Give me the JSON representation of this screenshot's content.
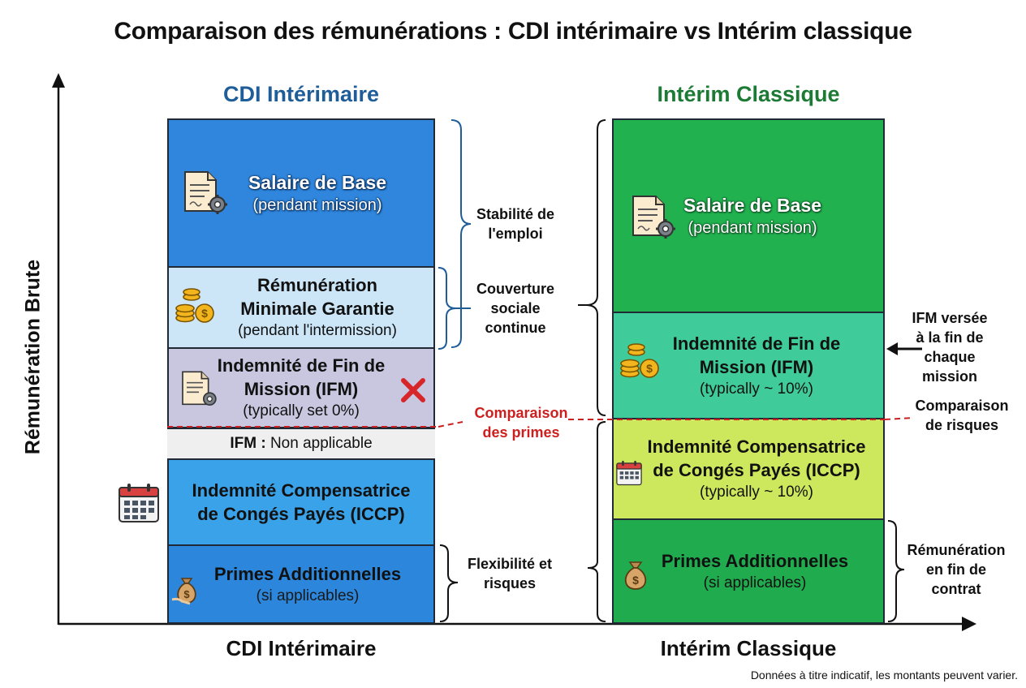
{
  "title": "Comparaison des rémunérations : CDI intérimaire vs Intérim classique",
  "y_axis_label": "Rémunération Brute",
  "left_column": {
    "heading": "CDI Intérimaire",
    "x_label": "CDI Intérimaire",
    "blocks": {
      "salaire": {
        "title": "Salaire de Base",
        "sub": "(pendant mission)"
      },
      "rmg": {
        "title_line1": "Rémunération",
        "title_line2": "Minimale Garantie",
        "sub": "(pendant l'intermission)"
      },
      "ifm": {
        "title_line1": "Indemnité de Fin de",
        "title_line2": "Mission (IFM)",
        "sub": "(typically set 0%)"
      },
      "ifm_na": {
        "bold": "IFM :",
        "rest": " Non applicable"
      },
      "iccp": {
        "title_line1": "Indemnité Compensatrice",
        "title_line2": "de Congés Payés (ICCP)"
      },
      "primes": {
        "title": "Primes Additionnelles",
        "sub": "(si applicables)"
      }
    },
    "brackets": {
      "stabilite": {
        "line1": "Stabilité de",
        "line2": "l'emploi"
      },
      "couverture": {
        "line1": "Couverture",
        "line2": "sociale",
        "line3": "continue"
      },
      "flexibilite": {
        "line1": "Flexibilité et",
        "line2": "risques"
      }
    }
  },
  "middle": {
    "comparaison_primes": {
      "line1": "Comparaison",
      "line2": "des primes"
    }
  },
  "right_column": {
    "heading": "Intérim Classique",
    "x_label": "Intérim Classique",
    "blocks": {
      "salaire": {
        "title": "Salaire de Base",
        "sub": "(pendant mission)"
      },
      "ifm": {
        "title_line1": "Indemnité de Fin de",
        "title_line2": "Mission (IFM)",
        "sub": "(typically ~ 10%)"
      },
      "iccp": {
        "title_line1": "Indemnité Compensatrice",
        "title_line2": "de Congés Payés (ICCP)",
        "sub": "(typically ~ 10%)"
      },
      "primes": {
        "title": "Primes Additionnelles",
        "sub": "(si applicables)"
      }
    },
    "annotations": {
      "ifm_versee": {
        "line1": "IFM versée",
        "line2": "à la fin de",
        "line3": "chaque",
        "line4": "mission"
      },
      "comparaison_risques": {
        "line1": "Comparaison",
        "line2": "de risques"
      },
      "remuneration_fin": {
        "line1": "Rémunération",
        "line2": "en fin de",
        "line3": "contrat"
      }
    }
  },
  "footnote": "Données à titre indicatif, les montants peuvent varier.",
  "colors": {
    "left_heading": "#1f5d99",
    "right_heading": "#1c7a35",
    "left_salaire": "#2f86dc",
    "left_rmg": "#cce6f8",
    "left_ifm": "#c9c7e0",
    "left_na": "#efefef",
    "left_iccp": "#3aa2e8",
    "left_primes": "#2b86dc",
    "right_salaire": "#21b24f",
    "right_ifm": "#3fcc9a",
    "right_iccp": "#cde85c",
    "right_primes": "#20ac4e",
    "dashed_line": "#cc1f1f"
  },
  "icons": [
    "document-gear-icon",
    "coins-icon",
    "close-x-icon",
    "calendar-icon",
    "money-bag-icon",
    "arrow-left-icon"
  ]
}
